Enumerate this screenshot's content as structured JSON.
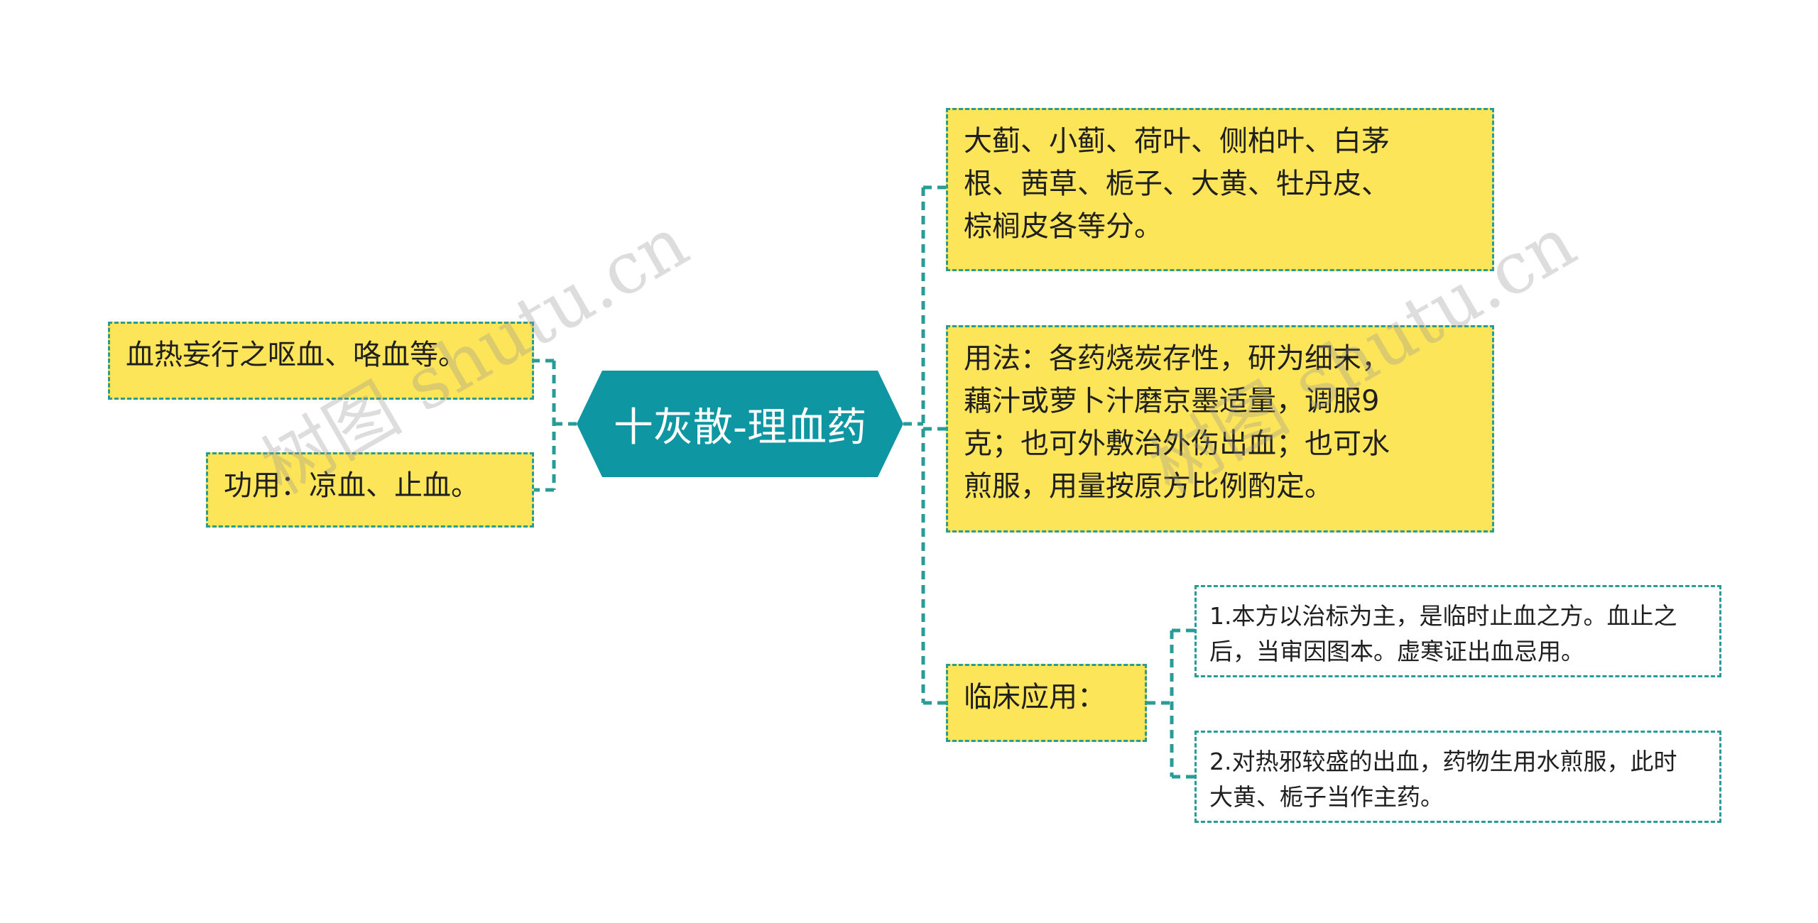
{
  "root": {
    "label": "十灰散-理血药"
  },
  "left": [
    {
      "lines": [
        "血热妄行之呕血、咯血等。"
      ]
    },
    {
      "lines": [
        "功用：凉血、止血。"
      ]
    }
  ],
  "right": [
    {
      "lines": [
        "大蓟、小蓟、荷叶、侧柏叶、白茅",
        "根、茜草、栀子、大黄、牡丹皮、",
        "棕榈皮各等分。"
      ]
    },
    {
      "lines": [
        "用法：各药烧炭存性，研为细末，",
        "藕汁或萝卜汁磨京墨适量，调服9",
        "克；也可外敷治外伤出血；也可水",
        "煎服，用量按原方比例酌定。"
      ]
    },
    {
      "lines": [
        "临床应用："
      ]
    }
  ],
  "clinical": [
    {
      "lines": [
        "1.本方以治标为主，是临时止血之方。血止之",
        "后，当审因图本。虚寒证出血忌用。"
      ]
    },
    {
      "lines": [
        "2.对热邪较盛的出血，药物生用水煎服，此时",
        "大黄、栀子当作主药。"
      ]
    }
  ],
  "watermark": {
    "text": "树图 shutu.cn"
  },
  "colors": {
    "root_fill": "#0e96a3",
    "node_fill": "#fde55a",
    "connector": "#2a9c98",
    "root_text": "#ffffff"
  }
}
